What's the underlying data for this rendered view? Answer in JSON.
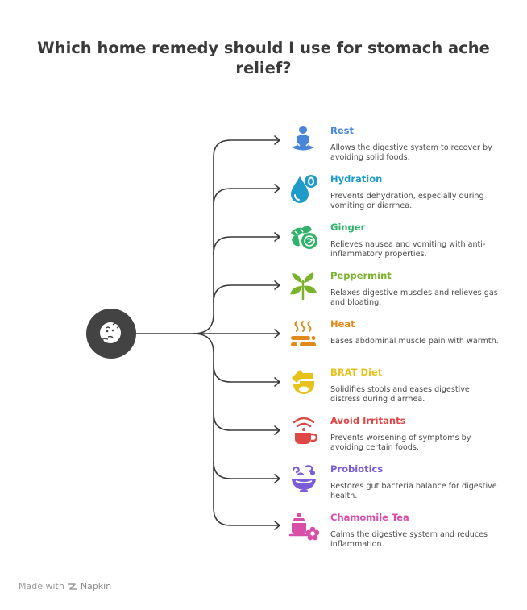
{
  "title": "Which home remedy should I use for stomach ache relief?",
  "hub_icon": "thinking-face-icon",
  "items": [
    {
      "name": "Rest",
      "description": "Allows the digestive system to recover by avoiding solid foods.",
      "color": "#4a86d8",
      "icon": "meditating-person-icon"
    },
    {
      "name": "Hydration",
      "description": "Prevents dehydration, especially during vomiting or diarrhea.",
      "color": "#1e9bc8",
      "icon": "water-drop-icon"
    },
    {
      "name": "Ginger",
      "description": "Relieves nausea and vomiting with anti-inflammatory properties.",
      "color": "#2fb36a",
      "icon": "ginger-root-icon"
    },
    {
      "name": "Peppermint",
      "description": "Relaxes digestive muscles and relieves gas and bloating.",
      "color": "#7cb32c",
      "icon": "mint-leaves-icon"
    },
    {
      "name": "Heat",
      "description": "Eases abdominal muscle pain with warmth.",
      "color": "#e08a1e",
      "icon": "heat-waves-icon"
    },
    {
      "name": "BRAT Diet",
      "description": "Solidifies stools and eases digestive distress during diarrhea.",
      "color": "#e6c21a",
      "icon": "toast-bowl-icon"
    },
    {
      "name": "Avoid Irritants",
      "description": "Prevents worsening of symptoms by avoiding certain foods.",
      "color": "#e04848",
      "icon": "hot-cup-icon"
    },
    {
      "name": "Probiotics",
      "description": "Restores gut bacteria balance for digestive health.",
      "color": "#7a5cd6",
      "icon": "yogurt-bowl-icon"
    },
    {
      "name": "Chamomile Tea",
      "description": "Calms the digestive system and reduces inflammation.",
      "color": "#d94fa8",
      "icon": "teapot-flower-icon"
    }
  ],
  "footer": {
    "prefix": "Made with",
    "brand": "Napkin",
    "icon": "napkin-logo-icon"
  }
}
